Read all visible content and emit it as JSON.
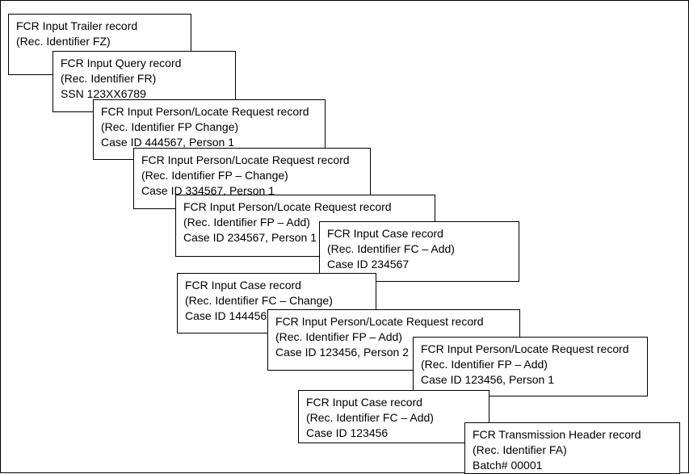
{
  "records": [
    {
      "lines": [
        "FCR Input Trailer record",
        "(Rec. Identifier FZ)"
      ]
    },
    {
      "lines": [
        "FCR Input Query record",
        "(Rec. Identifier FR)",
        "SSN 123XX6789"
      ]
    },
    {
      "lines": [
        "FCR Input Person/Locate Request record",
        "(Rec. Identifier FP Change)",
        "Case ID 444567, Person 1"
      ]
    },
    {
      "lines": [
        "FCR Input Person/Locate Request record",
        "(Rec. Identifier FP – Change)",
        "Case ID 334567, Person 1"
      ]
    },
    {
      "lines": [
        "FCR Input Person/Locate Request record",
        "(Rec. Identifier FP – Add)",
        "Case ID 234567, Person 1"
      ]
    },
    {
      "lines": [
        "FCR Input Case record",
        "(Rec. Identifier FC – Add)",
        "Case ID 234567"
      ]
    },
    {
      "lines": [
        "FCR Input Case record",
        "(Rec. Identifier FC – Change)",
        "Case ID 144456"
      ]
    },
    {
      "lines": [
        "FCR Input Person/Locate Request record",
        "(Rec. Identifier FP – Add)",
        "Case ID 123456, Person 2"
      ]
    },
    {
      "lines": [
        "FCR Input Person/Locate Request record",
        "(Rec. Identifier FP – Add)",
        "Case ID 123456, Person 1"
      ]
    },
    {
      "lines": [
        "FCR Input Case record",
        "(Rec. Identifier FC – Add)",
        "Case ID 123456"
      ]
    },
    {
      "lines": [
        "FCR Transmission Header record",
        "(Rec. Identifier FA)",
        "Batch# 00001"
      ]
    }
  ]
}
